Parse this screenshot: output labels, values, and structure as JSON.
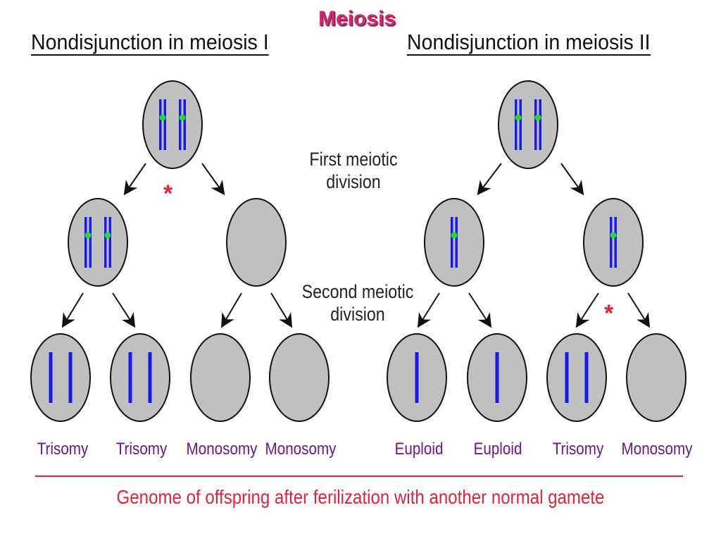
{
  "title": "Meiosis",
  "left_panel": {
    "heading": "Nondisjunction in meiosis I",
    "outcomes": [
      "Trisomy",
      "Trisomy",
      "Monosomy",
      "Monosomy"
    ]
  },
  "right_panel": {
    "heading": "Nondisjunction in meiosis II",
    "outcomes": [
      "Euploid",
      "Euploid",
      "Trisomy",
      "Monosomy"
    ]
  },
  "labels": {
    "first_division_line1": "First meiotic",
    "first_division_line2": "division",
    "second_division_line1": "Second meiotic",
    "second_division_line2": "division"
  },
  "footer": "Genome of offspring after ferilization with another normal gamete",
  "star_symbol": "*",
  "colors": {
    "title": "#d6276f",
    "cell_fill": "#c0c0c0",
    "chromosome": "#1a1ae6",
    "centromere": "#22dd22",
    "error_mark": "#e3223a",
    "outcome_text": "#6a1a86"
  }
}
